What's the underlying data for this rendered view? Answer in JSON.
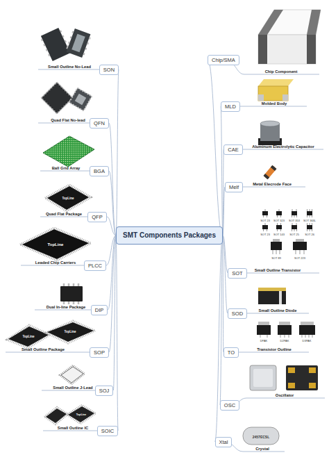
{
  "diagram": {
    "nodes": [
      {
        "text": [
          "SMT Components Packages"
        ]
      },
      {
        "text": [
          "SON"
        ]
      },
      {
        "text": [
          "QFN"
        ]
      },
      {
        "text": [
          "BGA"
        ]
      },
      {
        "text": [
          "QFP"
        ]
      },
      {
        "text": [
          "PLCC"
        ]
      },
      {
        "text": [
          "DIP"
        ]
      },
      {
        "text": [
          "SOP"
        ]
      },
      {
        "text": [
          "SOJ"
        ]
      },
      {
        "text": [
          "SOIC"
        ]
      },
      {
        "text": [
          "Chip/SMA"
        ]
      },
      {
        "text": [
          "MLD"
        ]
      },
      {
        "text": [
          "CAE"
        ]
      },
      {
        "text": [
          "Melf"
        ]
      },
      {
        "text": [
          "SOT"
        ]
      },
      {
        "text": [
          "SOD"
        ]
      },
      {
        "text": [
          "TO"
        ]
      },
      {
        "text": [
          "OSC"
        ]
      },
      {
        "text": [
          "Xtal"
        ]
      }
    ],
    "edges": [
      {
        "from": 0,
        "to": 1,
        "arrow": "none"
      },
      {
        "from": 0,
        "to": 2,
        "arrow": "none"
      },
      {
        "from": 0,
        "to": 3,
        "arrow": "none"
      },
      {
        "from": 0,
        "to": 4,
        "arrow": "none"
      },
      {
        "from": 0,
        "to": 5,
        "arrow": "none"
      },
      {
        "from": 0,
        "to": 6,
        "arrow": "none"
      },
      {
        "from": 0,
        "to": 7,
        "arrow": "none"
      },
      {
        "from": 0,
        "to": 8,
        "arrow": "none"
      },
      {
        "from": 0,
        "to": 9,
        "arrow": "none"
      },
      {
        "from": 0,
        "to": 10,
        "arrow": "none"
      },
      {
        "from": 0,
        "to": 11,
        "arrow": "none"
      },
      {
        "from": 0,
        "to": 12,
        "arrow": "none"
      },
      {
        "from": 0,
        "to": 13,
        "arrow": "none"
      },
      {
        "from": 0,
        "to": 14,
        "arrow": "none"
      },
      {
        "from": 0,
        "to": 15,
        "arrow": "none"
      },
      {
        "from": 0,
        "to": 16,
        "arrow": "none"
      },
      {
        "from": 0,
        "to": 17,
        "arrow": "none"
      },
      {
        "from": 0,
        "to": 18,
        "arrow": "none"
      }
    ],
    "labels": [
      "Small Outline No-Lead",
      "Quad Flat No-lead",
      "Ball Grid Array",
      "TopLine",
      "Quad Flat Package",
      "TopLine",
      "Leaded Chip Carriers",
      "Dual In-line Package",
      "TopLine",
      "TopLine",
      "Small Outline Package",
      "Small Outline J-Lead",
      "TopLine",
      "Small Outline IC",
      "Chip Component",
      "Molded Body",
      "Aluminum Electrolytic Capacitor",
      "Metal Elecrode Face",
      "SOT 23",
      "SOT 323",
      "SOT 353",
      "SOT 363L",
      "SOT 23",
      "SOT 143",
      "SOT 25",
      "SOT 26",
      "SOT 89",
      "SOT 223",
      "Small Outline Transistor",
      "Small Outline Diode",
      "DPAK",
      "D2PAK",
      "D3PAK",
      "Transistor Outline",
      "Oscillator",
      "2457ECSL",
      "Crystal"
    ]
  }
}
